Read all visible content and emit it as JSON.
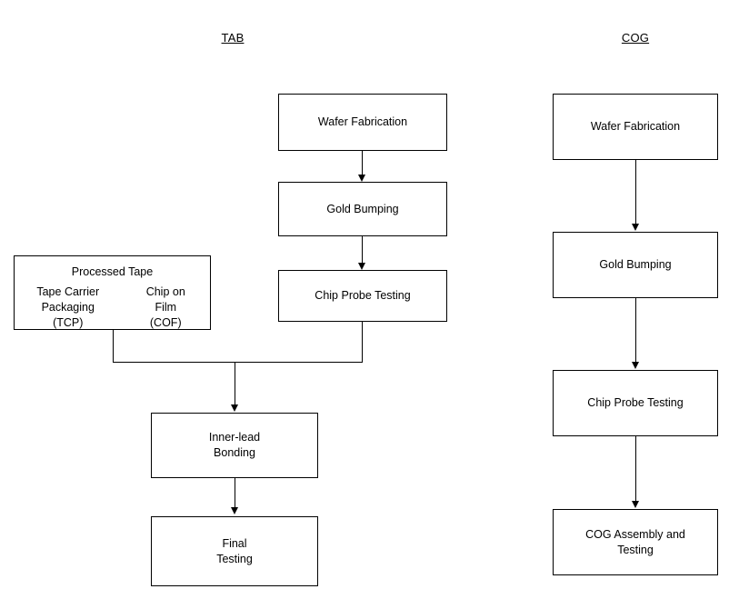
{
  "diagram": {
    "title": "TAB and COG assembly process flows",
    "background_color": "#ffffff",
    "line_color": "#000000",
    "box_border_color": "#000000",
    "box_fill_color": "#ffffff"
  },
  "columns": [
    {
      "id": "tab",
      "heading": "TAB"
    },
    {
      "id": "cog",
      "heading": "COG"
    }
  ],
  "tab_flow": {
    "wafer_fabrication": "Wafer Fabrication",
    "gold_bumping": "Gold Bumping",
    "chip_probe_testing": "Chip Probe Testing",
    "inner_lead_bonding": "Inner-lead\nBonding",
    "final_testing": "Final\nTesting"
  },
  "processed_tape": {
    "title": "Processed Tape",
    "left_option": "Tape Carrier\nPackaging\n(TCP)",
    "right_option": "Chip on\nFilm\n(COF)"
  },
  "cog_flow": {
    "wafer_fabrication": "Wafer Fabrication",
    "gold_bumping": "Gold Bumping",
    "chip_probe_testing": "Chip Probe Testing",
    "cog_assembly_and_testing": "COG Assembly and\nTesting"
  }
}
